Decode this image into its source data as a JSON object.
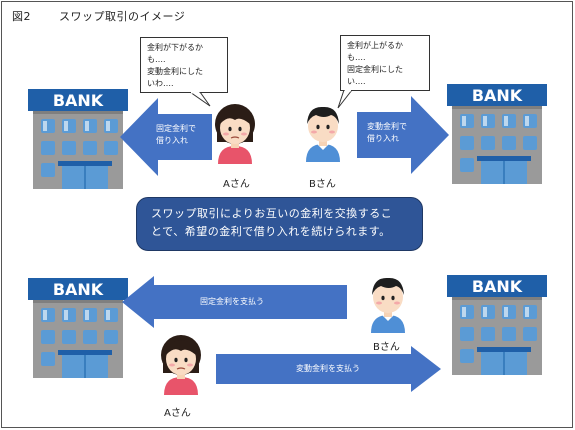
{
  "figure": {
    "number": "図2",
    "title": "スワップ取引のイメージ"
  },
  "bank": {
    "sign": "BANK"
  },
  "people": {
    "a": "Aさん",
    "b": "Bさん"
  },
  "speech": {
    "a_line1": "金利が下がるか",
    "a_line2": "も….",
    "a_line3": "変動金利にした",
    "a_line4": "いわ….",
    "b_line1": "金利が上がるか",
    "b_line2": "も….",
    "b_line3": "固定金利にした",
    "b_line4": "い…."
  },
  "arrows": {
    "fixed_borrow_line1": "固定金利で",
    "fixed_borrow_line2": "借り入れ",
    "variable_borrow_line1": "変動金利で",
    "variable_borrow_line2": "借り入れ",
    "pay_fixed": "固定金利を支払う",
    "pay_variable": "変動金利を支払う"
  },
  "info": {
    "line1": "スワップ取引によりお互いの金利を交換するこ",
    "line2": "とで、希望の金利で借り入れを続けられます。"
  },
  "colors": {
    "arrow": "#4472c4",
    "infobox": "#2f5597",
    "bank_blue": "#1f5fa8"
  }
}
